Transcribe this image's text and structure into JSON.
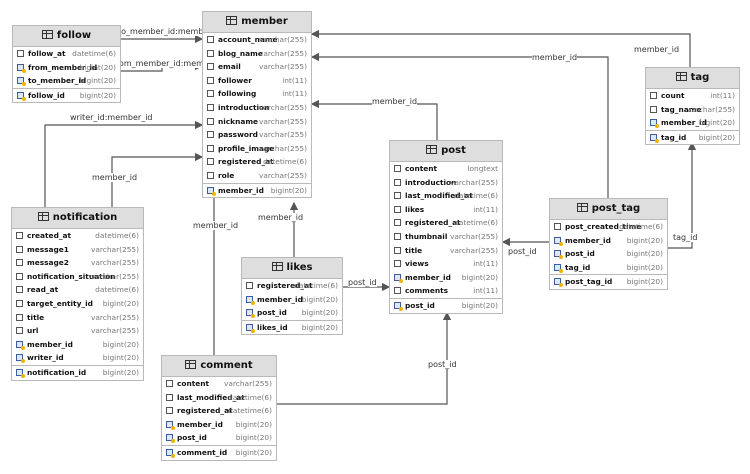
{
  "tables": {
    "follow": {
      "name": "follow",
      "columns": [
        {
          "name": "follow_at",
          "type": "datetime(6)",
          "key": false
        },
        {
          "name": "from_member_id",
          "type": "bigint(20)",
          "key": true
        },
        {
          "name": "to_member_id",
          "type": "bigint(20)",
          "key": true
        },
        {
          "name": "follow_id",
          "type": "bigint(20)",
          "key": true,
          "pk": true
        }
      ]
    },
    "member": {
      "name": "member",
      "columns": [
        {
          "name": "account_name",
          "type": "varchar(255)",
          "key": false
        },
        {
          "name": "blog_name",
          "type": "varchar(255)",
          "key": false
        },
        {
          "name": "email",
          "type": "varchar(255)",
          "key": false
        },
        {
          "name": "follower",
          "type": "int(11)",
          "key": false
        },
        {
          "name": "following",
          "type": "int(11)",
          "key": false
        },
        {
          "name": "introduction",
          "type": "varchar(255)",
          "key": false
        },
        {
          "name": "nickname",
          "type": "varchar(255)",
          "key": false
        },
        {
          "name": "password",
          "type": "varchar(255)",
          "key": false
        },
        {
          "name": "profile_image",
          "type": "varchar(255)",
          "key": false
        },
        {
          "name": "registered_at",
          "type": "datetime(6)",
          "key": false
        },
        {
          "name": "role",
          "type": "varchar(255)",
          "key": false
        },
        {
          "name": "member_id",
          "type": "bigint(20)",
          "key": true,
          "pk": true
        }
      ]
    },
    "tag": {
      "name": "tag",
      "columns": [
        {
          "name": "count",
          "type": "int(11)",
          "key": false
        },
        {
          "name": "tag_name",
          "type": "varchar(255)",
          "key": false
        },
        {
          "name": "member_id",
          "type": "bigint(20)",
          "key": true
        },
        {
          "name": "tag_id",
          "type": "bigint(20)",
          "key": true,
          "pk": true
        }
      ]
    },
    "post": {
      "name": "post",
      "columns": [
        {
          "name": "content",
          "type": "longtext",
          "key": false
        },
        {
          "name": "introduction",
          "type": "varchar(255)",
          "key": false
        },
        {
          "name": "last_modified_at",
          "type": "datetime(6)",
          "key": false
        },
        {
          "name": "likes",
          "type": "int(11)",
          "key": false
        },
        {
          "name": "registered_at",
          "type": "datetime(6)",
          "key": false
        },
        {
          "name": "thumbnail",
          "type": "varchar(255)",
          "key": false
        },
        {
          "name": "title",
          "type": "varchar(255)",
          "key": false
        },
        {
          "name": "views",
          "type": "int(11)",
          "key": false
        },
        {
          "name": "member_id",
          "type": "bigint(20)",
          "key": true
        },
        {
          "name": "comments",
          "type": "int(11)",
          "key": false
        },
        {
          "name": "post_id",
          "type": "bigint(20)",
          "key": true,
          "pk": true
        }
      ]
    },
    "notification": {
      "name": "notification",
      "columns": [
        {
          "name": "created_at",
          "type": "datetime(6)",
          "key": false
        },
        {
          "name": "message1",
          "type": "varchar(255)",
          "key": false
        },
        {
          "name": "message2",
          "type": "varchar(255)",
          "key": false
        },
        {
          "name": "notification_situation",
          "type": "varchar(255)",
          "key": false
        },
        {
          "name": "read_at",
          "type": "datetime(6)",
          "key": false
        },
        {
          "name": "target_entity_id",
          "type": "bigint(20)",
          "key": false
        },
        {
          "name": "title",
          "type": "varchar(255)",
          "key": false
        },
        {
          "name": "url",
          "type": "varchar(255)",
          "key": false
        },
        {
          "name": "member_id",
          "type": "bigint(20)",
          "key": true
        },
        {
          "name": "writer_id",
          "type": "bigint(20)",
          "key": true
        },
        {
          "name": "notification_id",
          "type": "bigint(20)",
          "key": true,
          "pk": true
        }
      ]
    },
    "likes": {
      "name": "likes",
      "columns": [
        {
          "name": "registered_at",
          "type": "datetime(6)",
          "key": false
        },
        {
          "name": "member_id",
          "type": "bigint(20)",
          "key": true
        },
        {
          "name": "post_id",
          "type": "bigint(20)",
          "key": true
        },
        {
          "name": "likes_id",
          "type": "bigint(20)",
          "key": true,
          "pk": true
        }
      ]
    },
    "post_tag": {
      "name": "post_tag",
      "columns": [
        {
          "name": "post_created_time",
          "type": "datetime(6)",
          "key": false
        },
        {
          "name": "member_id",
          "type": "bigint(20)",
          "key": true
        },
        {
          "name": "post_id",
          "type": "bigint(20)",
          "key": true
        },
        {
          "name": "tag_id",
          "type": "bigint(20)",
          "key": true
        },
        {
          "name": "post_tag_id",
          "type": "bigint(20)",
          "key": true,
          "pk": true
        }
      ]
    },
    "comment": {
      "name": "comment",
      "columns": [
        {
          "name": "content",
          "type": "varchar(255)",
          "key": false
        },
        {
          "name": "last_modified_at",
          "type": "datetime(6)",
          "key": false
        },
        {
          "name": "registered_at",
          "type": "datetime(6)",
          "key": false
        },
        {
          "name": "member_id",
          "type": "bigint(20)",
          "key": true
        },
        {
          "name": "post_id",
          "type": "bigint(20)",
          "key": true
        },
        {
          "name": "comment_id",
          "type": "bigint(20)",
          "key": true,
          "pk": true
        }
      ]
    }
  },
  "relationships": [
    {
      "label": "to_member_id:member_id"
    },
    {
      "label": "from_member_id:member_id"
    },
    {
      "label": "writer_id:member_id"
    },
    {
      "label": "member_id"
    },
    {
      "label": "member_id"
    },
    {
      "label": "member_id"
    },
    {
      "label": "member_id"
    },
    {
      "label": "member_id"
    },
    {
      "label": "member_id"
    },
    {
      "label": "post_id"
    },
    {
      "label": "post_id"
    },
    {
      "label": "post_id"
    },
    {
      "label": "tag_id"
    }
  ]
}
